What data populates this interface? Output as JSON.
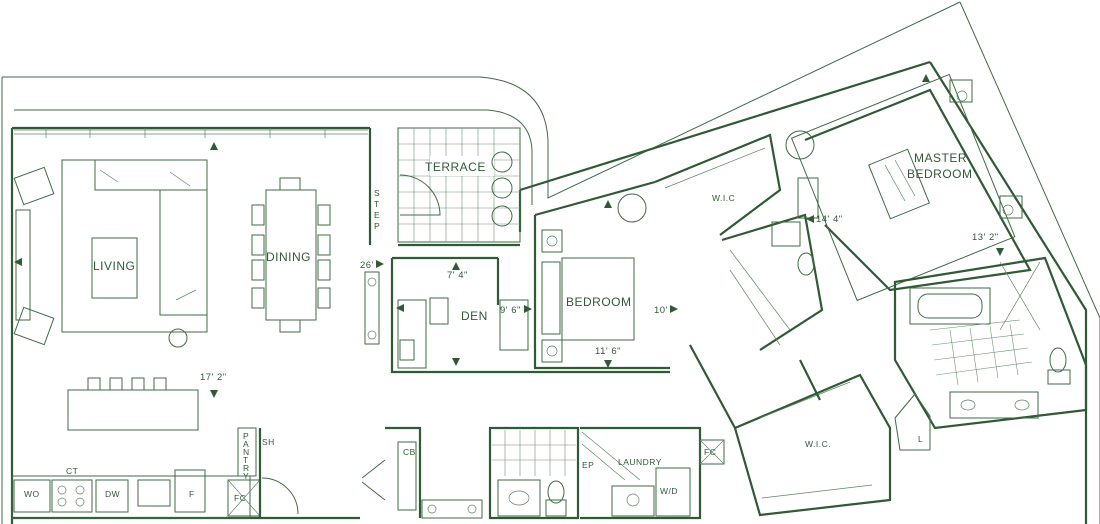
{
  "rooms": {
    "terrace": "TERRACE",
    "step": [
      "S",
      "T",
      "E",
      "P"
    ],
    "living": "LIVING",
    "dining": "DINING",
    "den": "DEN",
    "bedroom": "BEDROOM",
    "master_bedroom": [
      "MASTER",
      "BEDROOM"
    ],
    "wic_top": "W.I.C",
    "wic_bottom": "W.I.C.",
    "laundry": "LAUNDRY",
    "pantry": [
      "P",
      "A",
      "N",
      "T",
      "R",
      "Y"
    ]
  },
  "dimensions": {
    "living_width": "17' 2\"",
    "living_depth": "26'",
    "den_width": "7' 4\"",
    "den_depth": "9' 6\"",
    "bedroom_width": "11' 6\"",
    "bedroom_depth": "10'",
    "master_depth": "14' 4\"",
    "master_width": "13' 2\""
  },
  "fixtures": {
    "wo": "WO",
    "ct": "CT",
    "dw": "DW",
    "f": "F",
    "fc_kitchen": "FC",
    "sh": "SH",
    "cb": "CB",
    "ep": "EP",
    "wd": "W/D",
    "fc_laundry": "FC",
    "l": "L"
  }
}
